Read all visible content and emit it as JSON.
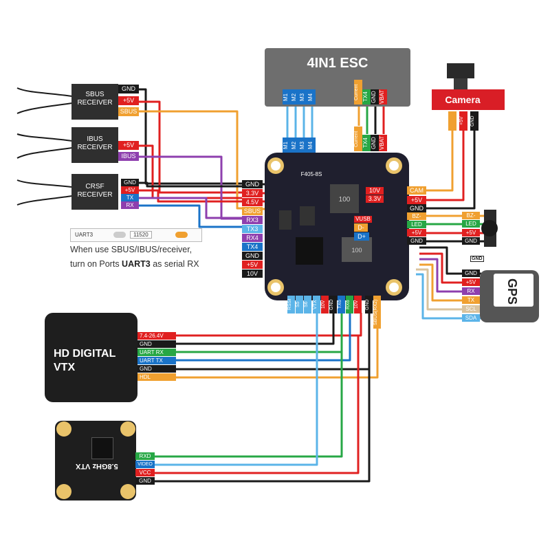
{
  "esc": {
    "title": "4IN1 ESC"
  },
  "camera": {
    "title": "Camera"
  },
  "gps": {
    "title": "GPS"
  },
  "fc": {
    "model": "F405-8S"
  },
  "receivers": {
    "sbus": {
      "name1": "SBUS",
      "name2": "RECEIVER",
      "pins": [
        "GND",
        "+5V",
        "SBUS"
      ]
    },
    "ibus": {
      "name1": "IBUS",
      "name2": "RECEIVER",
      "pins": [
        "+5V",
        "IBUS"
      ]
    },
    "crsf": {
      "name1": "CRSF",
      "name2": "RECEIVER",
      "pins": [
        "GND",
        "+5V",
        "TX",
        "RX"
      ]
    }
  },
  "uart_toggle": {
    "label": "UART3",
    "value": "11520"
  },
  "note": {
    "line1": "When use SBUS/IBUS/receiver,",
    "line2_prefix": "turn on Ports ",
    "line2_bold": "UART3",
    "line2_suffix": " as serial RX"
  },
  "fc_left_pads": [
    "GND",
    "3.3V",
    "4.5V",
    "SBUS",
    "RX3",
    "TX3",
    "RX4",
    "TX4",
    "GND",
    "+5V",
    "10V"
  ],
  "esc_pins": {
    "motors": [
      "M1",
      "M2",
      "M3",
      "M4"
    ],
    "current": "Current",
    "tx4": "TX4",
    "gnd": "GND",
    "vbat": "VBAT"
  },
  "fc_right_top": [
    "10V",
    "3.3V",
    "VUSB",
    "D-",
    "D+"
  ],
  "camera_pads": [
    "CAM",
    "+5V",
    "GND"
  ],
  "camera_pins": [
    "+5V",
    "GND"
  ],
  "fc_right_mid": [
    "BZ-",
    "LED",
    "+5V",
    "GND"
  ],
  "buzzer_gnd": "GND",
  "gps_pads": [
    "GND",
    "+5V",
    "RX",
    "TX",
    "SCL",
    "SDA"
  ],
  "fc_bottom": [
    "RSSI",
    "S5",
    "S6",
    "VTX",
    "10V",
    "GND",
    "TX6",
    "RX6",
    "10V",
    "GND",
    "SBUS(RX2)"
  ],
  "hd_vtx": {
    "title1": "HD DIGITAL",
    "title2": "VTX",
    "pins": [
      "7.4-26.4V",
      "GND",
      "UART RX",
      "UART TX",
      "GND",
      "HDL"
    ]
  },
  "analog_vtx": {
    "title": "5.8GHz VTX",
    "pins": [
      "RXD",
      "VIDEO",
      "VCC",
      "GND"
    ]
  },
  "colors": {
    "gnd": "#1a1a1a",
    "power": "#e02020",
    "sbus": "#f0a030",
    "ibus": "#8e3fae",
    "tx": "#1a73c8",
    "rx": "#27a745",
    "sda": "#5bb4e8",
    "scl": "#d9c39e",
    "board": "#1f1f2e"
  }
}
